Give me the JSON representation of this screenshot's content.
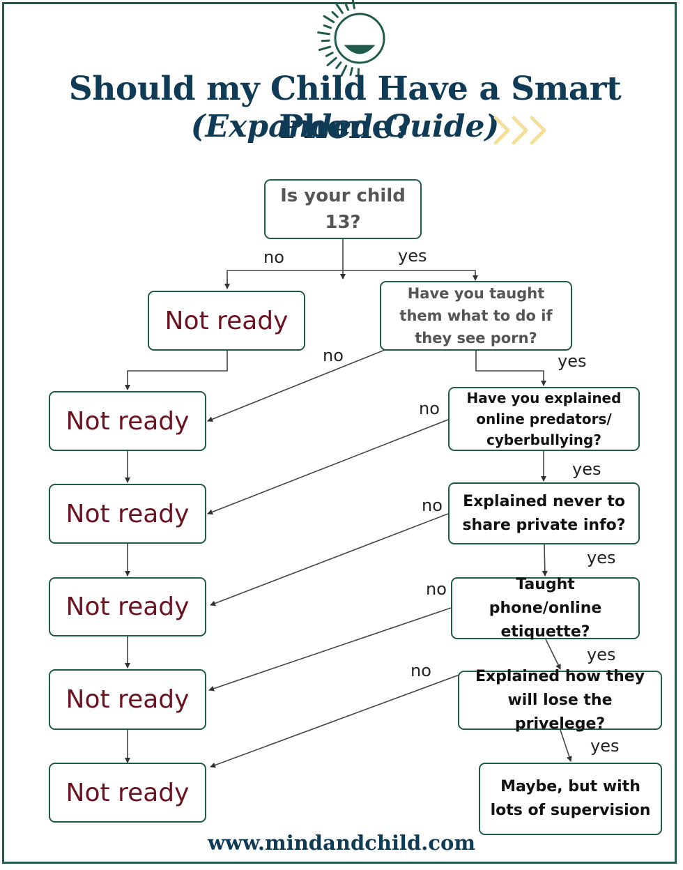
{
  "header": {
    "title": "Should my Child Have a Smart Phone?",
    "subtitle": "(Expanded Guide)"
  },
  "brand": {
    "primary": "#0f3b57",
    "accent": "#1f5a4a",
    "ready_color": "#6b1220",
    "chevron_color": "#f4df9a"
  },
  "icons": [
    "smiling-sun-logo-icon",
    "triple-chevron-icon"
  ],
  "questions": {
    "q1": "Is your child 13?",
    "q2": "Have you taught them what to do if they see porn?",
    "q3": "Have you explained online predators/ cyberbullying?",
    "q4": "Explained never to share private info?",
    "q5": "Taught phone/online etiquette?",
    "q6": "Explained how they will lose the privelege?",
    "final": "Maybe, but with lots of supervision"
  },
  "outcomes": {
    "n1": "Not ready",
    "n2": "Not ready",
    "n3": "Not ready",
    "n4": "Not ready",
    "n5": "Not ready",
    "n6": "Not ready"
  },
  "labels": {
    "no": "no",
    "yes": "yes"
  },
  "footer": {
    "url": "www.mindandchild.com"
  }
}
